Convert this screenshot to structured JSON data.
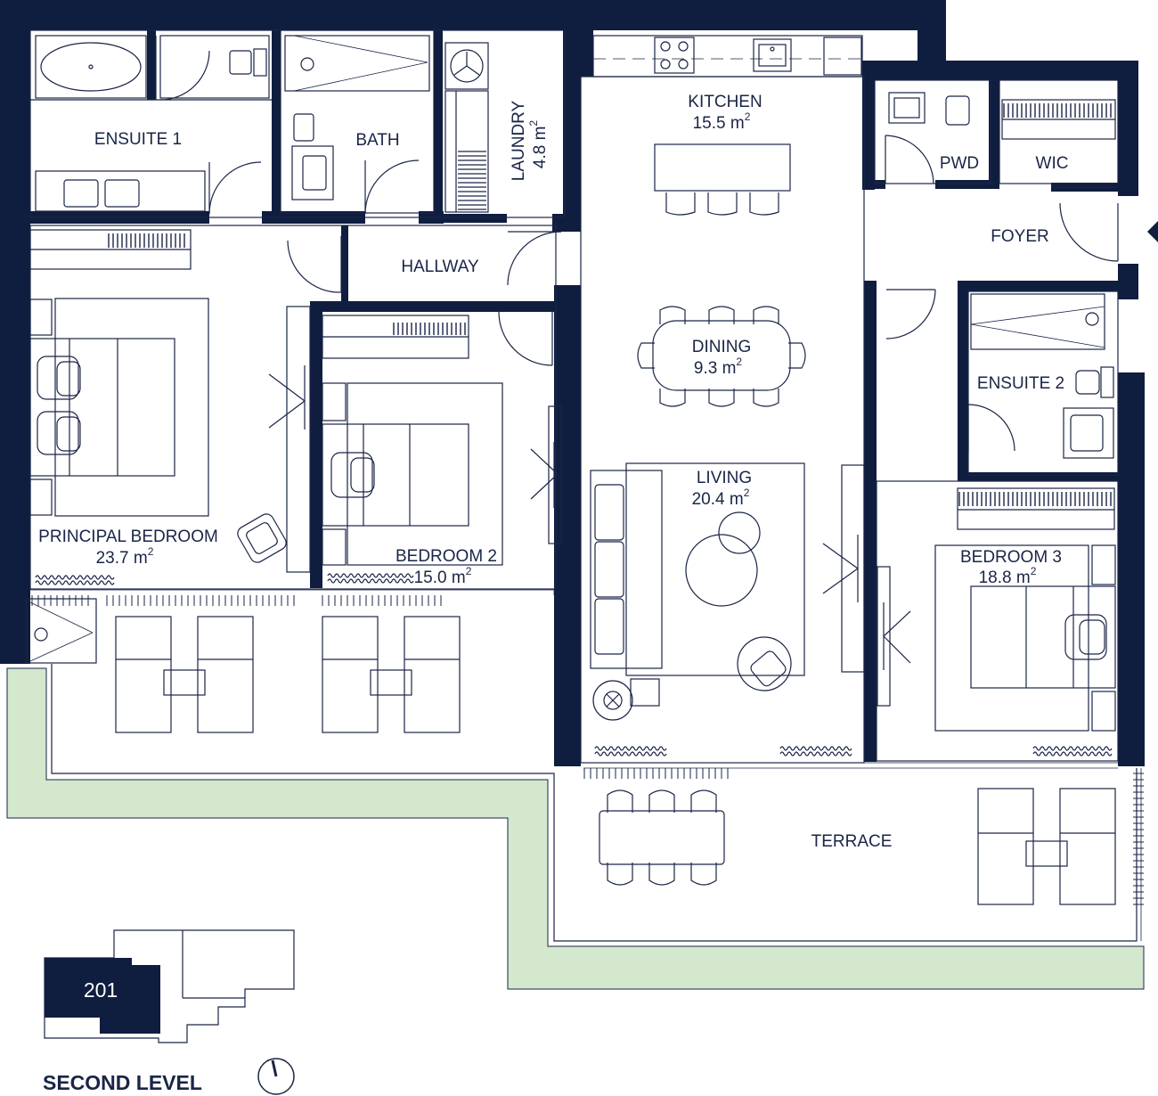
{
  "plan": {
    "level_label": "SECOND LEVEL",
    "unit_number": "201",
    "colors": {
      "wall": "#0f1d3f",
      "line": "#1a2547",
      "garden": "#d3e8cc",
      "highlight_unit": "#0f1d3f"
    },
    "icons": [
      "north-arrow-icon",
      "entry-arrow-icon"
    ],
    "rooms": {
      "kitchen": {
        "name": "KITCHEN",
        "area": "15.5 m",
        "sup": "2"
      },
      "pwd": {
        "name": "PWD"
      },
      "wic": {
        "name": "WIC"
      },
      "foyer": {
        "name": "FOYER"
      },
      "ensuite1": {
        "name": "ENSUITE 1"
      },
      "bath": {
        "name": "BATH"
      },
      "laundry": {
        "name": "LAUNDRY",
        "area": "4.8 m",
        "sup": "2"
      },
      "hallway": {
        "name": "HALLWAY"
      },
      "dining": {
        "name": "DINING",
        "area": "9.3 m",
        "sup": "2"
      },
      "ensuite2": {
        "name": "ENSUITE 2"
      },
      "principal_bedroom": {
        "name": "PRINCIPAL BEDROOM",
        "area": "23.7 m",
        "sup": "2"
      },
      "bedroom2": {
        "name": "BEDROOM 2",
        "area": "15.0 m",
        "sup": "2"
      },
      "living": {
        "name": "LIVING",
        "area": "20.4 m",
        "sup": "2"
      },
      "bedroom3": {
        "name": "BEDROOM 3",
        "area": "18.8 m",
        "sup": "2"
      },
      "terrace": {
        "name": "TERRACE"
      }
    }
  }
}
